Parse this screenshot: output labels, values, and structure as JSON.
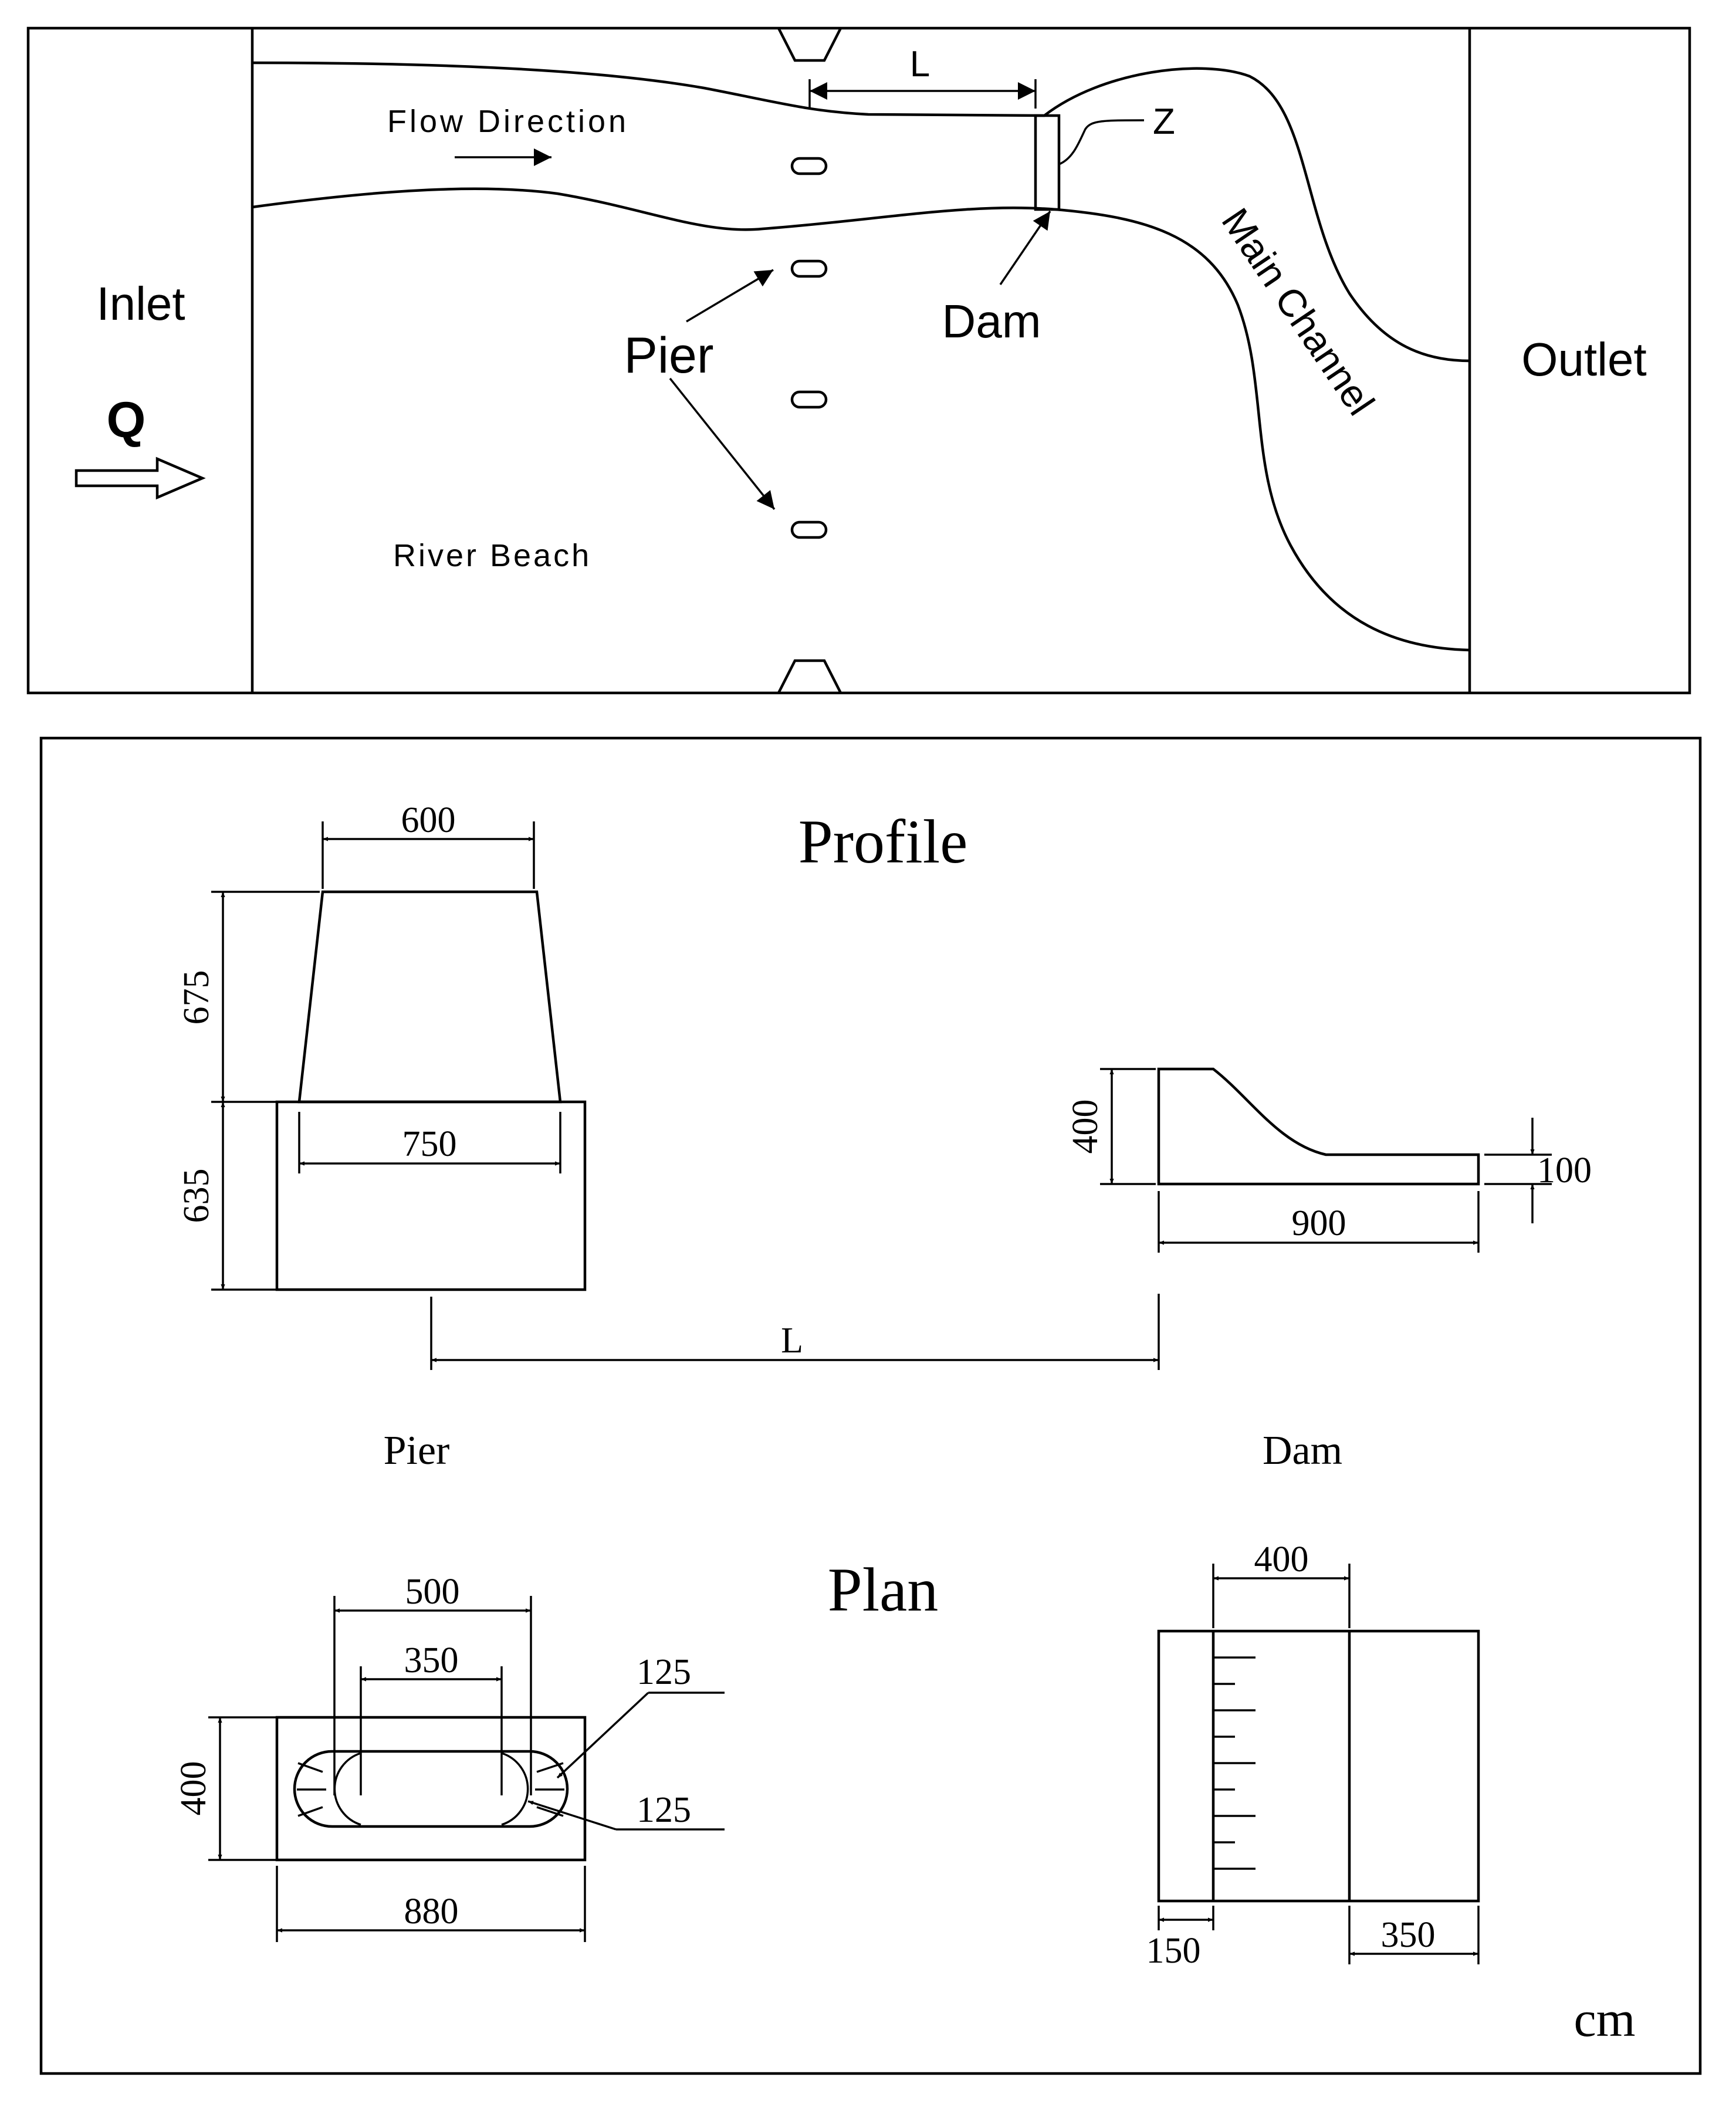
{
  "layout_view": {
    "inlet_label": "Inlet",
    "flow_symbol": "Q",
    "flow_direction_label": "Flow Direction",
    "river_beach_label": "River Beach",
    "pier_label": "Pier",
    "dam_label": "Dam",
    "main_channel_label": "Main Channel",
    "outlet_label": "Outlet",
    "distance_label": "L",
    "z_label": "Z"
  },
  "detail_view": {
    "profile_title": "Profile",
    "plan_title": "Plan",
    "pier_label": "Pier",
    "dam_label": "Dam",
    "units_label": "cm",
    "distance_label": "L",
    "pier_profile": {
      "top_width": "600",
      "upper_height": "675",
      "base_width": "750",
      "lower_height": "635"
    },
    "dam_profile": {
      "height": "400",
      "length": "900",
      "step_height": "100"
    },
    "pier_plan": {
      "outer_length": "500",
      "inner_length": "350",
      "radius_top": "125",
      "radius_bottom": "125",
      "width": "400",
      "base_length": "880"
    },
    "dam_plan": {
      "top_width": "400",
      "left_width": "150",
      "right_width": "350"
    }
  }
}
